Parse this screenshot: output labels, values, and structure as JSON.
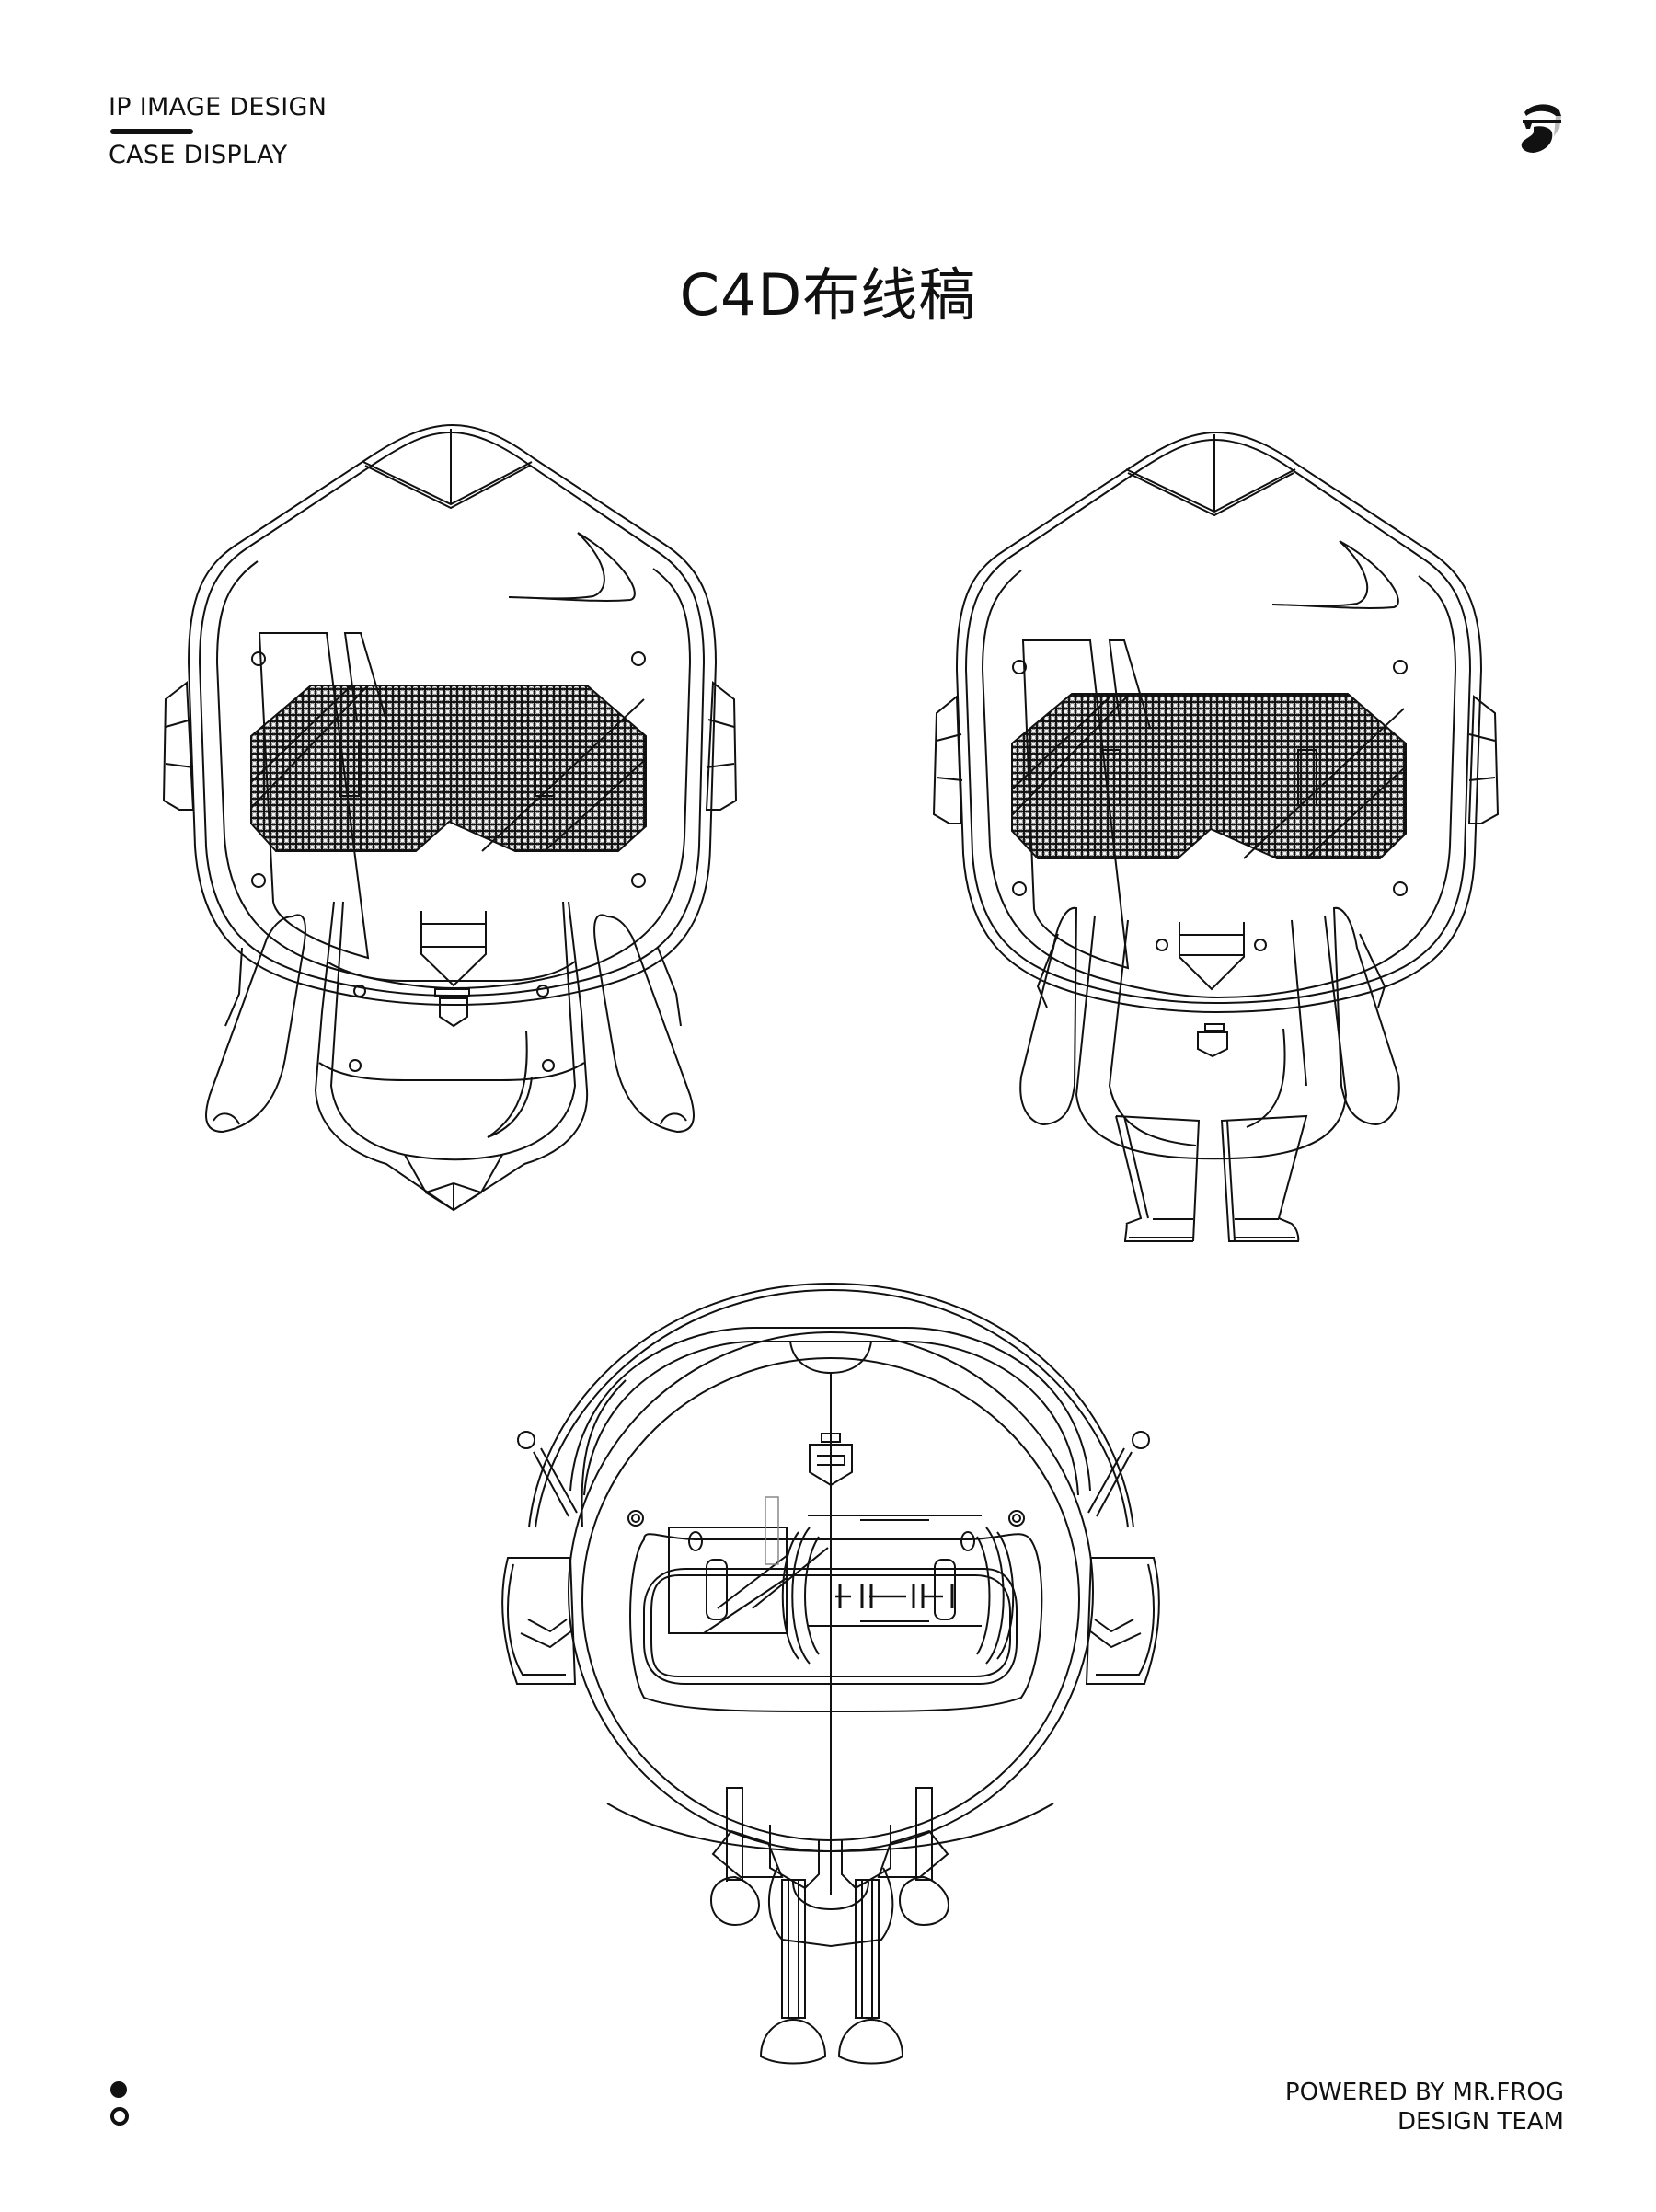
{
  "header": {
    "line1": "IP IMAGE DESIGN",
    "line2": "CASE DISPLAY"
  },
  "logo": {
    "icon": "bearded-man-glasses-icon"
  },
  "title": "C4D布线稿",
  "figures": [
    {
      "view": "front",
      "description": "Robot character front view wireframe with hexagonal head, perforated visor glasses, ear pieces, arms, torso with emblem"
    },
    {
      "view": "front-standing",
      "description": "Robot character front view wireframe with legs and boots"
    },
    {
      "view": "back-top",
      "description": "Round robot wireframe with headphones, visor screen HUD, thin legs and round feet"
    }
  ],
  "footer": {
    "line1": "POWERED BY MR.FROG",
    "line2": "DESIGN TEAM"
  },
  "colors": {
    "ink": "#111111",
    "background": "#ffffff",
    "visor_fill": "#c8c8c8"
  }
}
